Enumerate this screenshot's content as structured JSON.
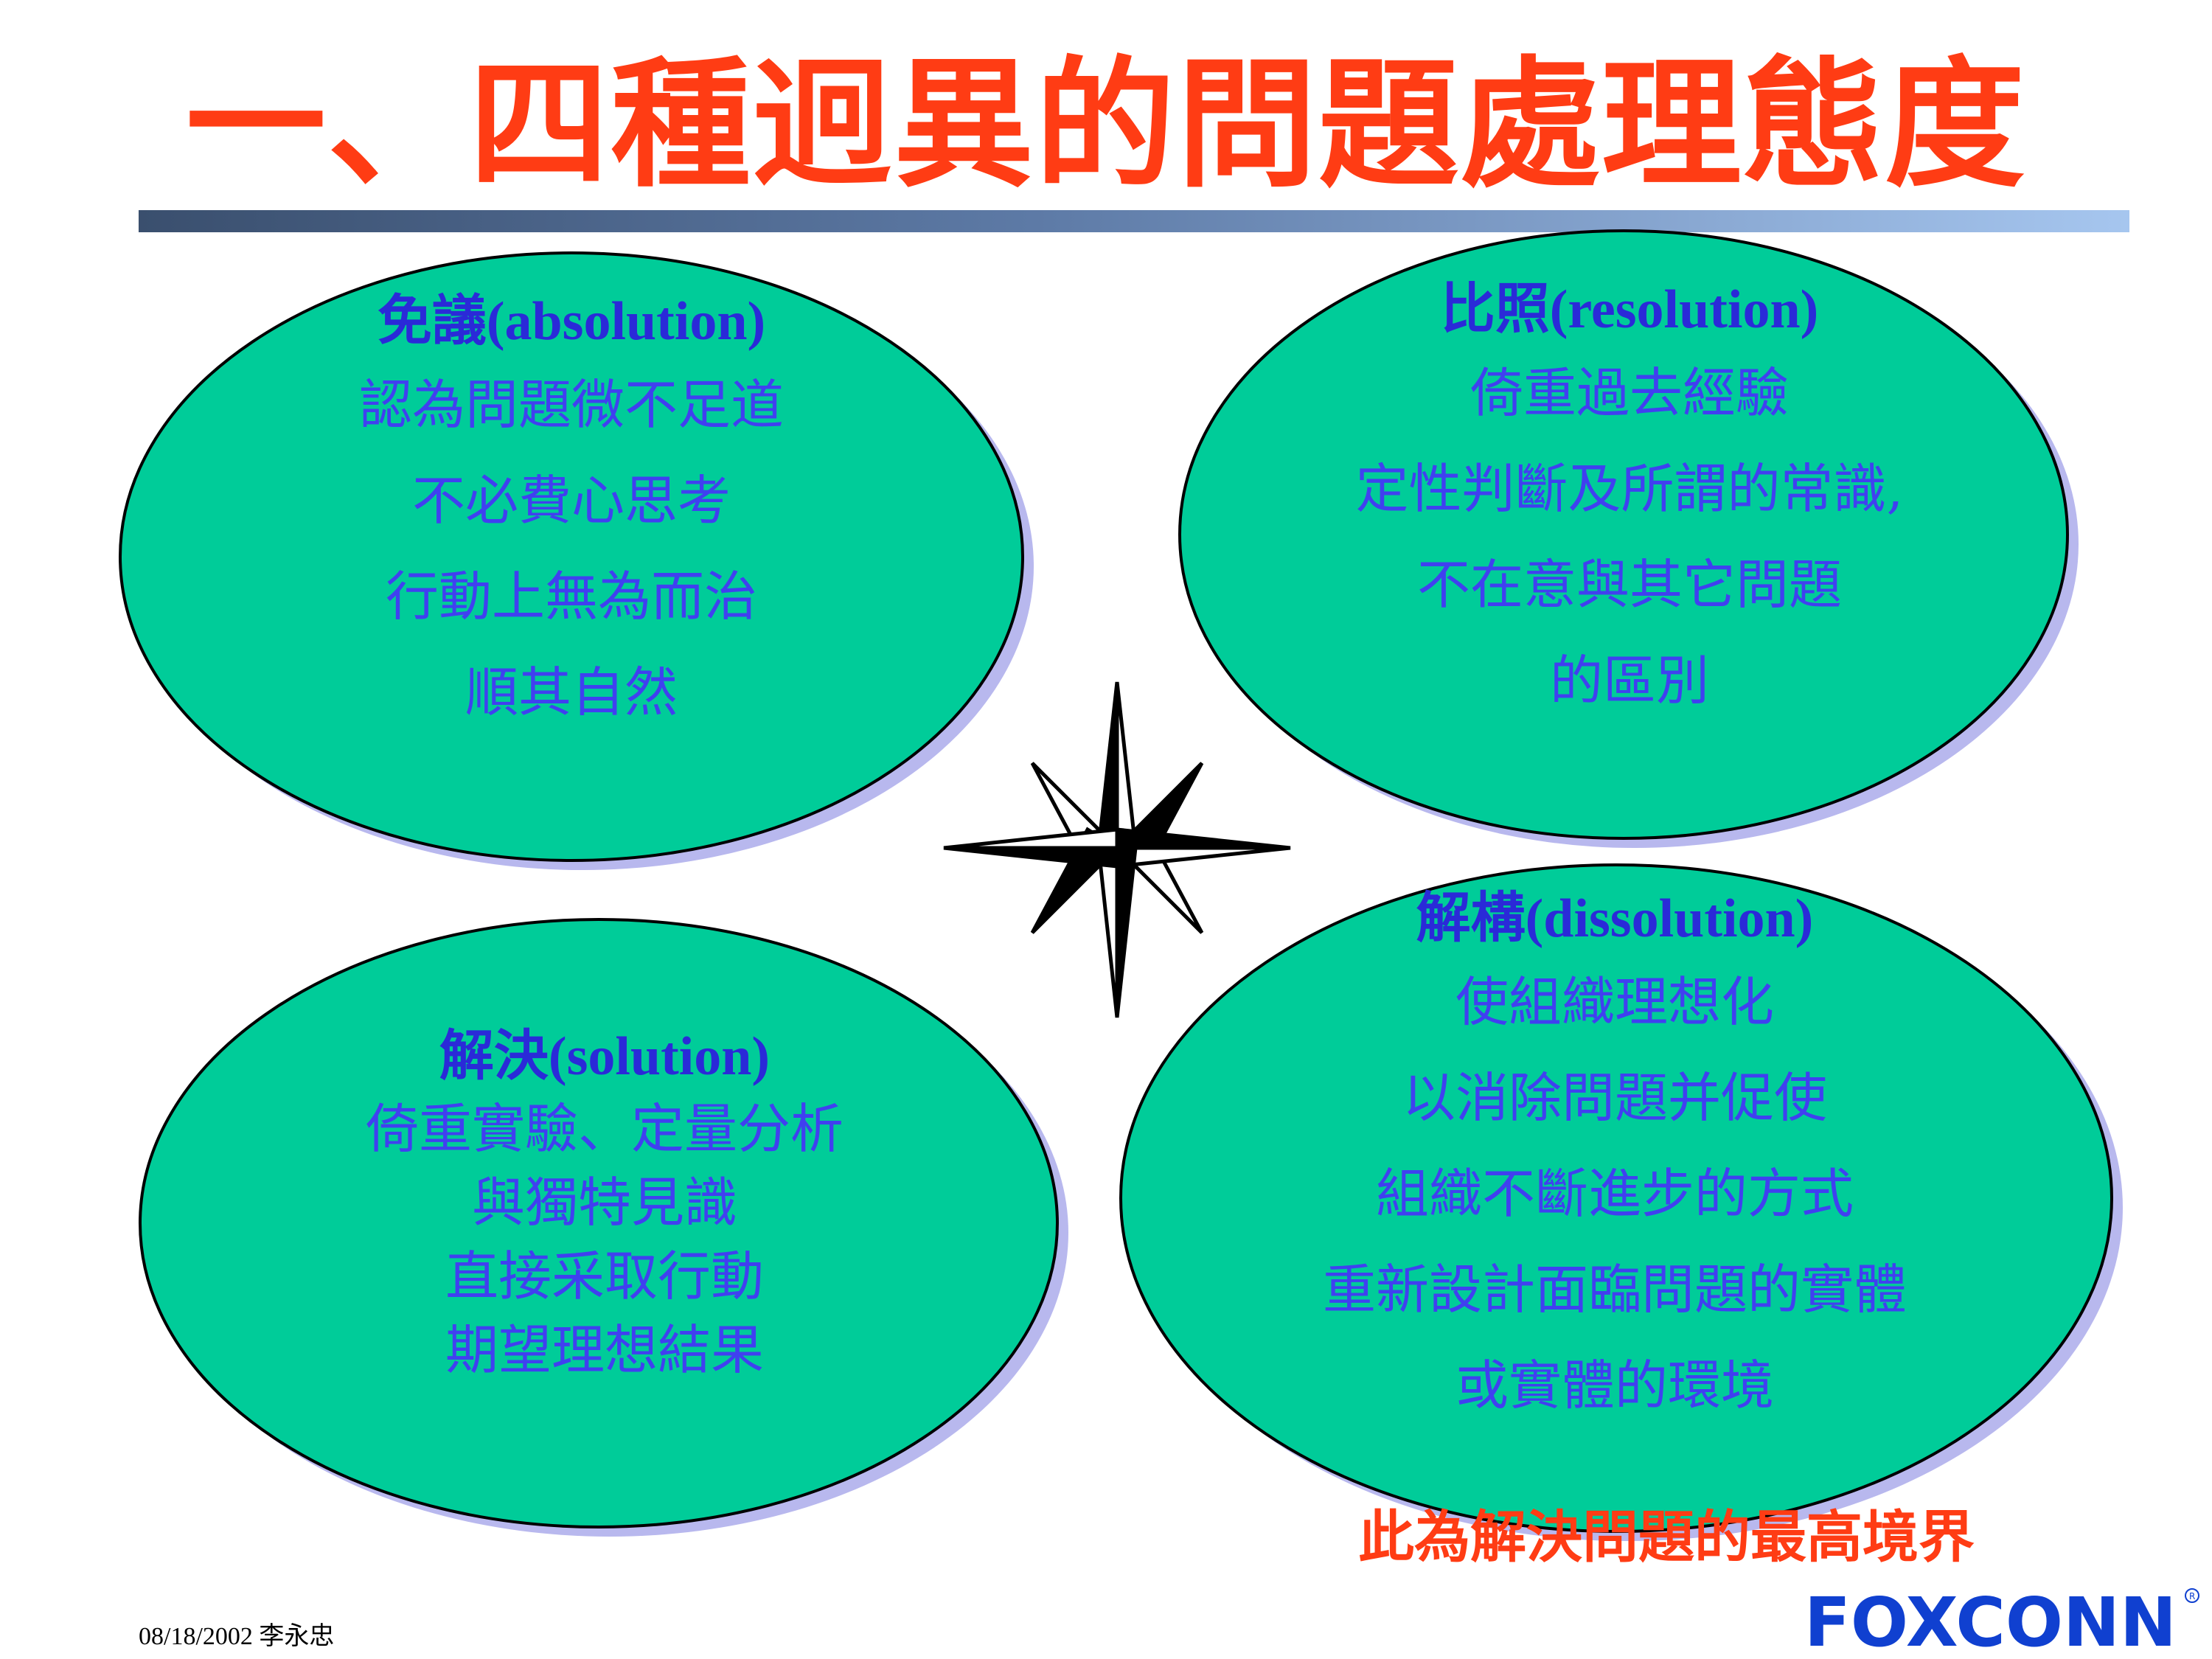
{
  "slide": {
    "title": "一、四種迥異的問題處理態度",
    "highlight": "此為解決問題的最高境界",
    "footer": "08/18/2002 李永忠",
    "logo_text": "FOXCONN"
  },
  "quadrants": {
    "absolution": {
      "title": "免議(absolution)",
      "lines": [
        "認為問題微不足道",
        "不必費心思考",
        "行動上無為而治",
        "順其自然"
      ]
    },
    "resolution": {
      "title": "比照(resolution)",
      "lines": [
        "倚重過去經驗",
        "定性判斷及所謂的常識,",
        "不在意與其它問題",
        "的區別"
      ]
    },
    "solution": {
      "title": "解決(solution)",
      "lines": [
        "倚重實驗、定量分析",
        "與獨特見識",
        "直接采取行動",
        "期望理想結果"
      ]
    },
    "dissolution": {
      "title": "解構(dissolution)",
      "lines": [
        "使組織理想化",
        "以消除問題并促使",
        "組織不斷進步的方式",
        "重新設計面臨問題的實體",
        "或實體的環境"
      ]
    }
  },
  "colors": {
    "title": "#ff3c14",
    "bubble_fill": "#00cc99",
    "bubble_shadow": "#b8b8ee",
    "bubble_text": "#4040f0",
    "logo": "#1040d0"
  },
  "icons": {
    "center": "compass-star-icon"
  }
}
